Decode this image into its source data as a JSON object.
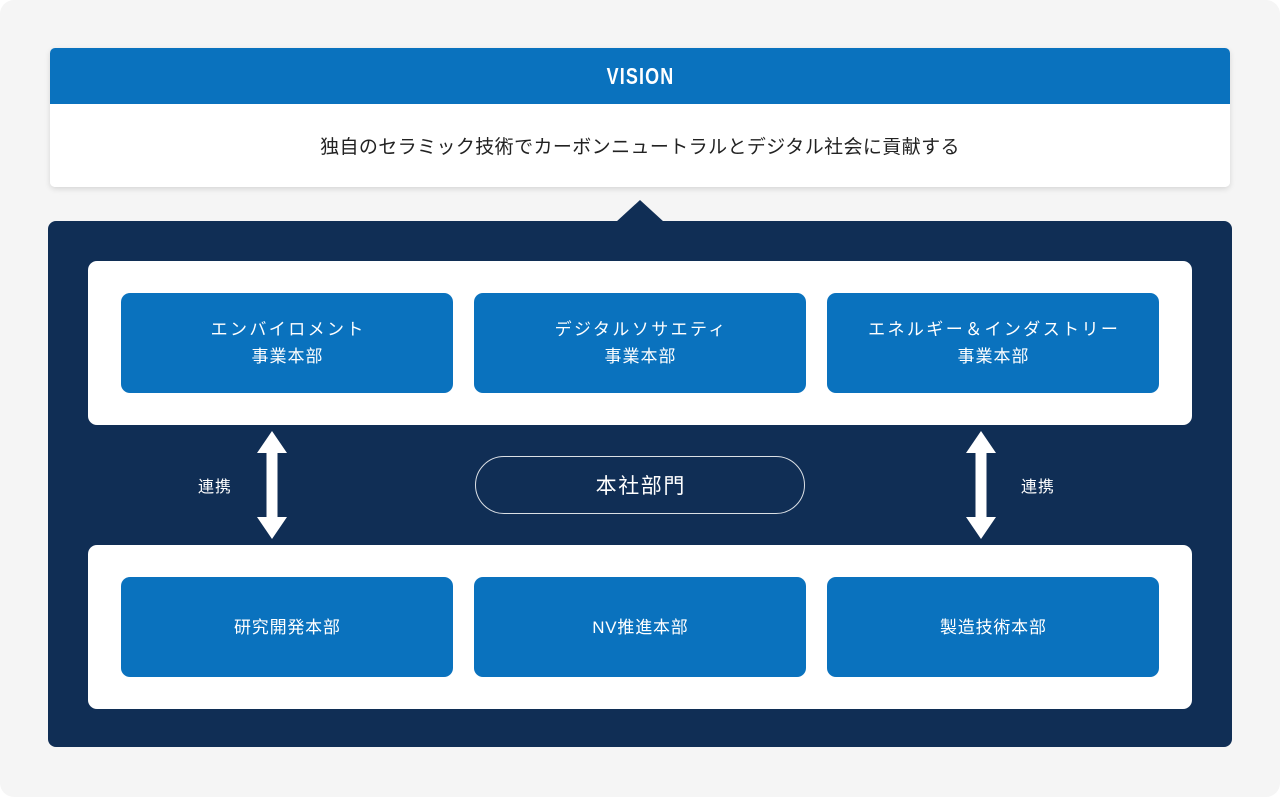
{
  "vision": {
    "title": "VISION",
    "statement": "独自のセラミック技術でカーボンニュートラルとデジタル社会に貢献する",
    "header_color": "#0a72be",
    "text_color": "#222222"
  },
  "org_panel": {
    "background_color": "#102e55",
    "box_color": "#0a72be",
    "band_color": "#ffffff",
    "top_units": [
      {
        "line1": "エンバイロメント",
        "line2": "事業本部"
      },
      {
        "line1": "デジタルソサエティ",
        "line2": "事業本部"
      },
      {
        "line1": "エネルギー＆インダストリー",
        "line2": "事業本部"
      }
    ],
    "bottom_units": [
      {
        "line1": "研究開発本部",
        "line2": ""
      },
      {
        "line1": "NV推進本部",
        "line2": ""
      },
      {
        "line1": "製造技術本部",
        "line2": ""
      }
    ],
    "headquarters": "本社部門",
    "link_label_left": "連携",
    "link_label_right": "連携"
  }
}
